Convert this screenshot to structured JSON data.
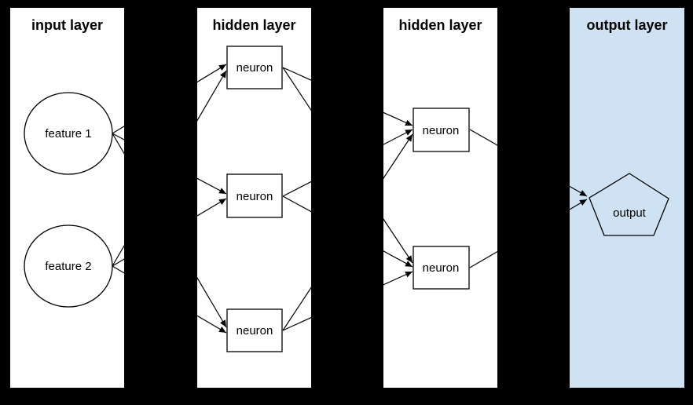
{
  "diagram": {
    "type": "neural-network",
    "colors": {
      "background": "#000000",
      "panel": "#ffffff",
      "output_panel": "#cfe2f3",
      "stroke": "#000000",
      "text": "#000000"
    },
    "layers": [
      {
        "title": "input layer",
        "nodes": [
          {
            "id": "i1",
            "label": "feature 1",
            "shape": "circle"
          },
          {
            "id": "i2",
            "label": "feature 2",
            "shape": "circle"
          }
        ]
      },
      {
        "title": "hidden layer",
        "nodes": [
          {
            "id": "h11",
            "label": "neuron",
            "shape": "rectangle"
          },
          {
            "id": "h12",
            "label": "neuron",
            "shape": "rectangle"
          },
          {
            "id": "h13",
            "label": "neuron",
            "shape": "rectangle"
          }
        ]
      },
      {
        "title": "hidden layer",
        "nodes": [
          {
            "id": "h21",
            "label": "neuron",
            "shape": "rectangle"
          },
          {
            "id": "h22",
            "label": "neuron",
            "shape": "rectangle"
          }
        ]
      },
      {
        "title": "output layer",
        "nodes": [
          {
            "id": "o1",
            "label": "output",
            "shape": "pentagon"
          }
        ]
      }
    ],
    "edges": [
      [
        "i1",
        "h11"
      ],
      [
        "i1",
        "h12"
      ],
      [
        "i1",
        "h13"
      ],
      [
        "i2",
        "h11"
      ],
      [
        "i2",
        "h12"
      ],
      [
        "i2",
        "h13"
      ],
      [
        "h11",
        "h21"
      ],
      [
        "h11",
        "h22"
      ],
      [
        "h12",
        "h21"
      ],
      [
        "h12",
        "h22"
      ],
      [
        "h13",
        "h21"
      ],
      [
        "h13",
        "h22"
      ],
      [
        "h21",
        "o1"
      ],
      [
        "h22",
        "o1"
      ]
    ]
  }
}
